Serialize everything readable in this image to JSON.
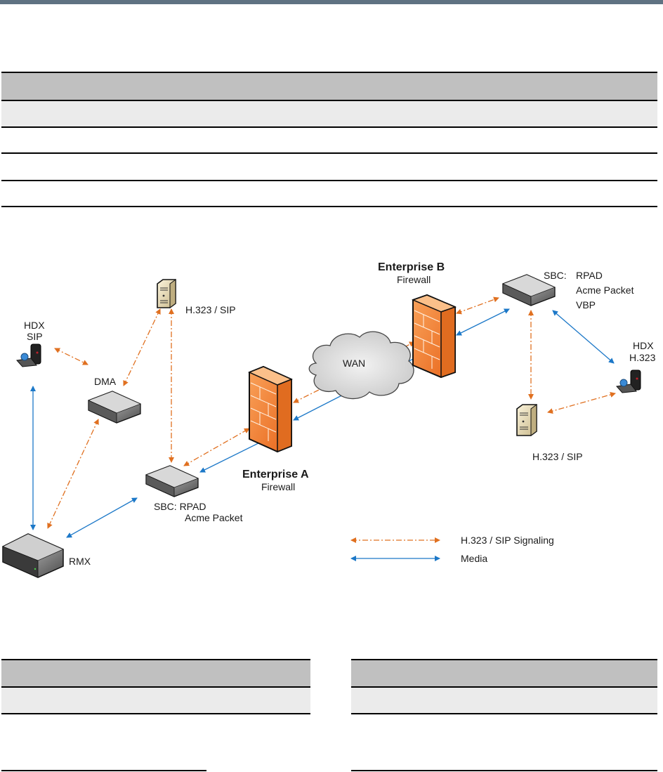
{
  "page": {
    "header_bar_color": "#5f7282"
  },
  "top_table": {
    "rows": 5,
    "header_fill": "#c0c0c0",
    "shaded_fill": "#ebebeb",
    "cells": []
  },
  "bottom_tables": [
    {
      "rows": 3,
      "cells": []
    },
    {
      "rows": 3,
      "cells": []
    }
  ],
  "diagram": {
    "colors": {
      "signaling": "#e07020",
      "media": "#1c78c8",
      "firewall": "#f58a3a"
    },
    "nodes": {
      "hdx_sip": {
        "line1": "HDX",
        "line2": "SIP"
      },
      "dma": {
        "label": "DMA"
      },
      "server_a": {
        "label": "H.323 / SIP"
      },
      "rmx": {
        "label": "RMX"
      },
      "sbc_a": {
        "line1": "SBC: RPAD",
        "line2": "Acme Packet"
      },
      "firewall_a": {
        "title": "Enterprise A",
        "subtitle": "Firewall"
      },
      "wan": {
        "label": "WAN"
      },
      "firewall_b": {
        "title": "Enterprise B",
        "subtitle": "Firewall"
      },
      "sbc_b": {
        "prefix": "SBC:",
        "line1": "RPAD",
        "line2": "Acme Packet",
        "line3": "VBP"
      },
      "hdx_h323": {
        "line1": "HDX",
        "line2": "H.323"
      },
      "server_b": {
        "label": "H.323 / SIP"
      }
    },
    "legend": [
      {
        "type": "signaling",
        "label": "H.323 / SIP Signaling"
      },
      {
        "type": "media",
        "label": "Media"
      }
    ]
  }
}
